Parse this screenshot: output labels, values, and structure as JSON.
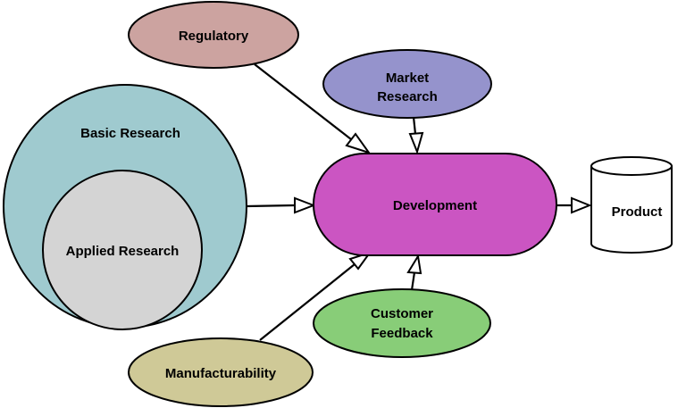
{
  "nodes": {
    "regulatory": {
      "label": "Regulatory",
      "color": "#cca3a0"
    },
    "market_research": {
      "line1": "Market",
      "line2": "Research",
      "color": "#9593cc"
    },
    "basic_research": {
      "label": "Basic Research",
      "color": "#9fcacf"
    },
    "applied_research": {
      "label": "Applied Research",
      "color": "#d4d4d4"
    },
    "development": {
      "label": "Development",
      "color": "#cb55c2"
    },
    "product": {
      "label": "Product",
      "color": "#ffffff"
    },
    "customer_feedback": {
      "line1": "Customer",
      "line2": "Feedback",
      "color": "#88cd78"
    },
    "manufacturability": {
      "label": "Manufacturability",
      "color": "#cfc997"
    }
  },
  "edges": [
    {
      "from": "regulatory",
      "to": "development"
    },
    {
      "from": "market_research",
      "to": "development"
    },
    {
      "from": "basic_research",
      "to": "development"
    },
    {
      "from": "customer_feedback",
      "to": "development"
    },
    {
      "from": "manufacturability",
      "to": "development"
    },
    {
      "from": "development",
      "to": "product"
    }
  ]
}
